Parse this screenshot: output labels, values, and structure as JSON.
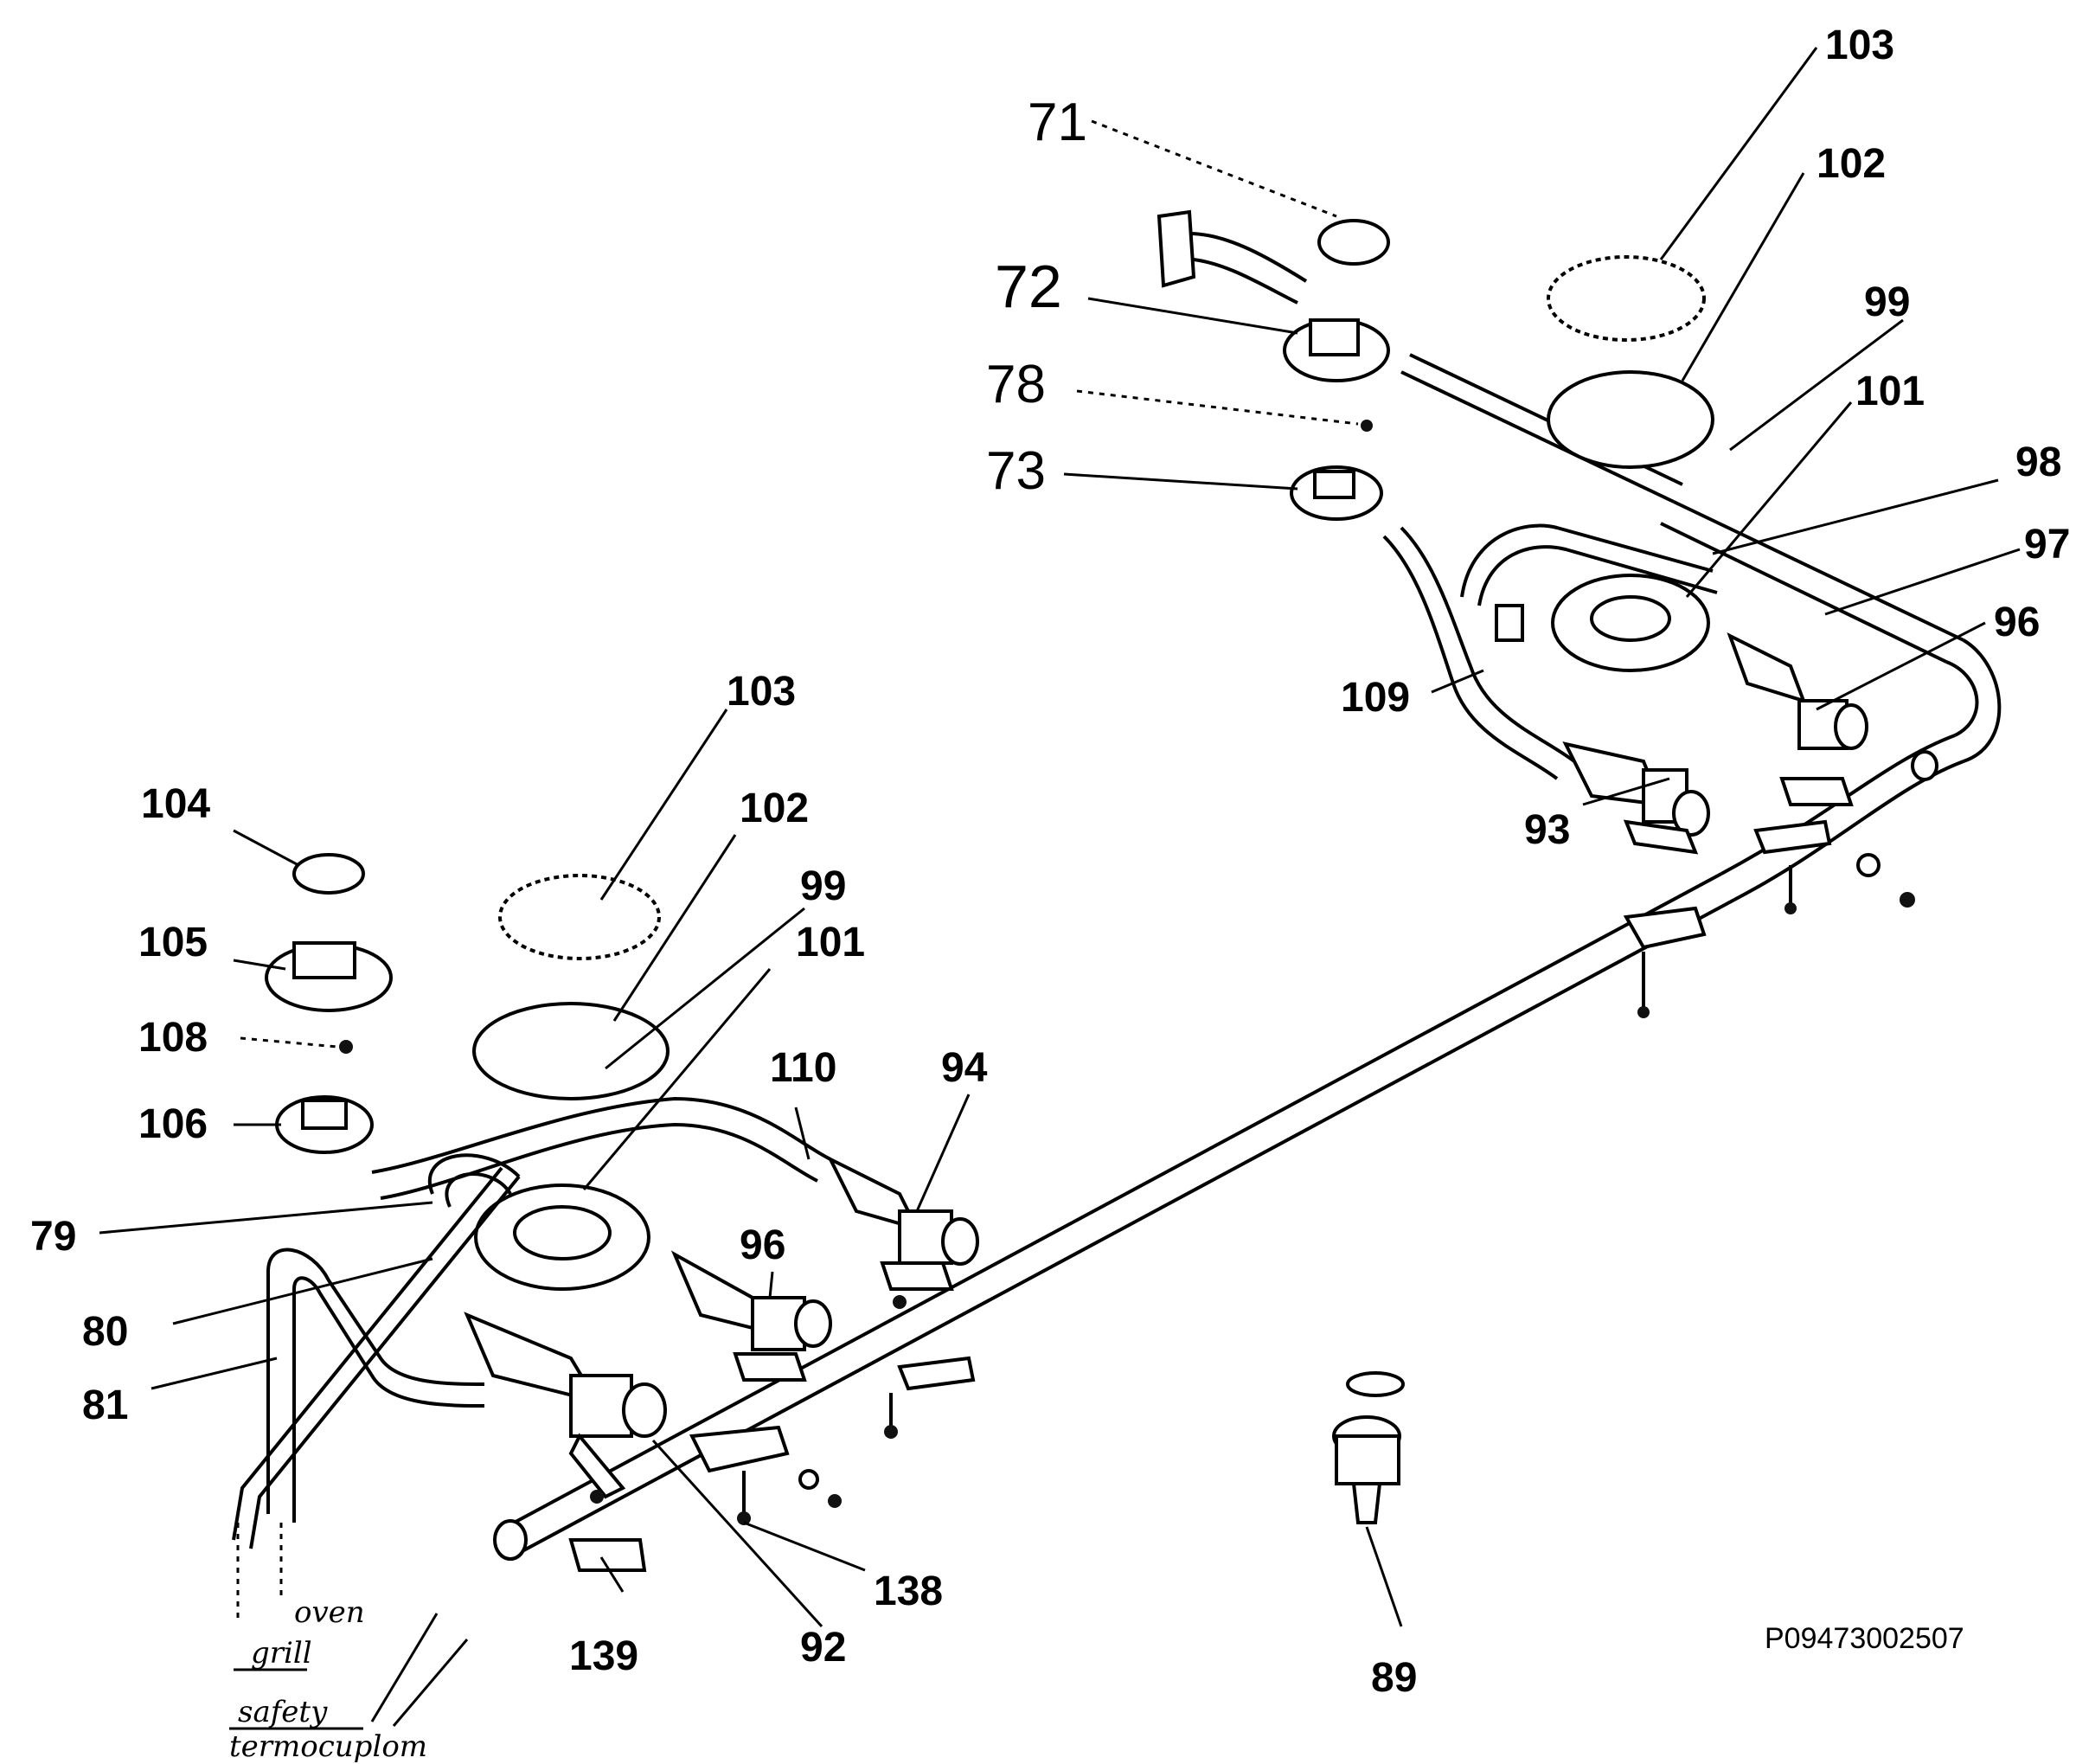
{
  "labels": {
    "l71": "71",
    "l72": "72",
    "l78": "78",
    "l73": "73",
    "l103a": "103",
    "l102a": "102",
    "l99a": "99",
    "l101a": "101",
    "l98": "98",
    "l97": "97",
    "l96a": "96",
    "l109": "109",
    "l93": "93",
    "l103b": "103",
    "l102b": "102",
    "l99b": "99",
    "l101b": "101",
    "l104": "104",
    "l105": "105",
    "l108": "108",
    "l106": "106",
    "l110": "110",
    "l94": "94",
    "l96b": "96",
    "l79": "79",
    "l80": "80",
    "l81": "81",
    "l139": "139",
    "l92": "92",
    "l138": "138",
    "l89": "89"
  },
  "notes": {
    "oven": "oven",
    "grill": "grill",
    "safety": "safety",
    "thermocouple": "termocuplom"
  },
  "code": "P09473002507"
}
